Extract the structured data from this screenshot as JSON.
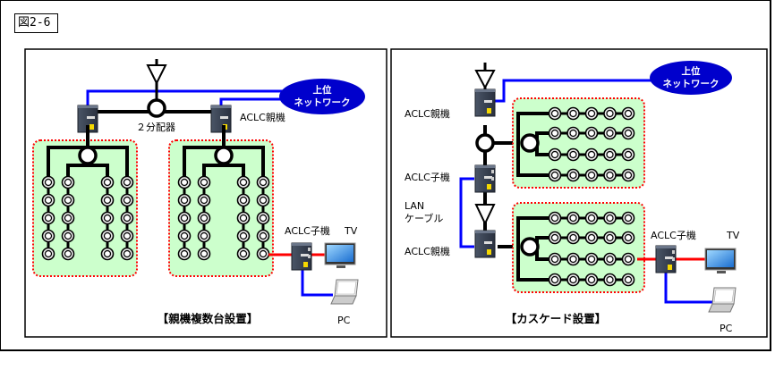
{
  "figure_label": "図2-6",
  "colors": {
    "coax": "#000000",
    "lan": "#0000ff",
    "hdmi": "#ff0000",
    "network_cloud": "#0000cc",
    "group_fill": "#ccffcc",
    "group_border": "#ff0000"
  },
  "left_panel": {
    "title": "【親機複数台設置】",
    "splitter_label": "２分配器",
    "master_label": "ACLC親機",
    "child_label": "ACLC子機",
    "network_label_line1": "上位",
    "network_label_line2": "ネットワーク",
    "tv_label": "TV",
    "pc_label": "PC",
    "groups": [
      {
        "columns": 4,
        "outlets_per_column": 5
      },
      {
        "columns": 4,
        "outlets_per_column": 5
      }
    ]
  },
  "right_panel": {
    "title": "【カスケード設置】",
    "master_label_top": "ACLC親機",
    "child_label_mid": "ACLC子機",
    "lan_label_line1": "LAN",
    "lan_label_line2": "ケーブル",
    "master_label_bottom": "ACLC親機",
    "child_label": "ACLC子機",
    "network_label_line1": "上位",
    "network_label_line2": "ネットワーク",
    "tv_label": "TV",
    "pc_label": "PC",
    "groups": [
      {
        "rows": 4,
        "outlets_per_row": 5
      },
      {
        "rows": 4,
        "outlets_per_row": 5
      }
    ]
  }
}
